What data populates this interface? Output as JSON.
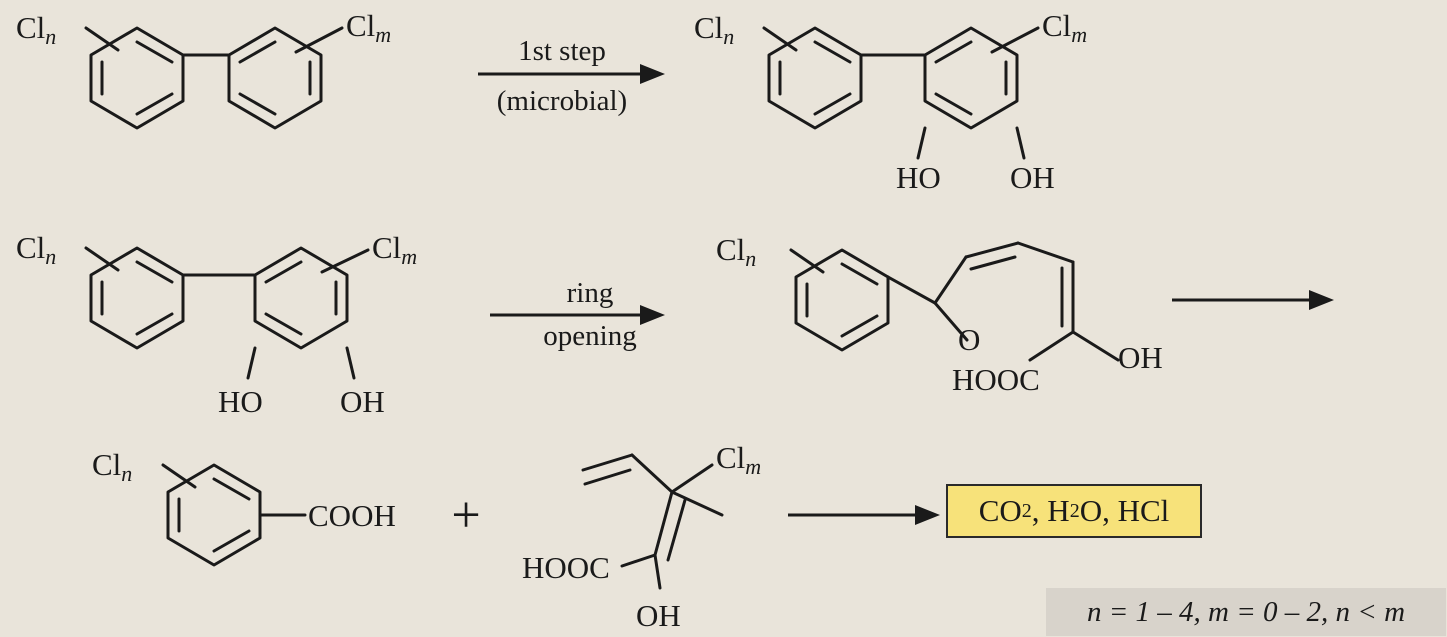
{
  "labels": {
    "cl_n": "Cl",
    "cl_m": "Cl",
    "sub_n": "n",
    "sub_m": "m",
    "ho": "HO",
    "oh": "OH",
    "o": "O",
    "hooc": "HOOC",
    "cooh": "COOH",
    "plus": "+"
  },
  "steps": {
    "step1_top": "1st step",
    "step1_bottom": "(microbial)",
    "step2_top": "ring",
    "step2_bottom": "opening"
  },
  "products": {
    "text": "CO2, H2O, HCl",
    "co": "CO",
    "two_a": "2",
    "sep1": ", H",
    "two_b": "2",
    "rest": "O, HCl"
  },
  "legend": {
    "text": "n = 1 – 4, m = 0 – 2, n < m"
  },
  "colors": {
    "ink": "#1a1a1a",
    "paper": "#e9e4da",
    "product_fill": "#f7e27a",
    "legend_fill": "#d8d3cb"
  }
}
